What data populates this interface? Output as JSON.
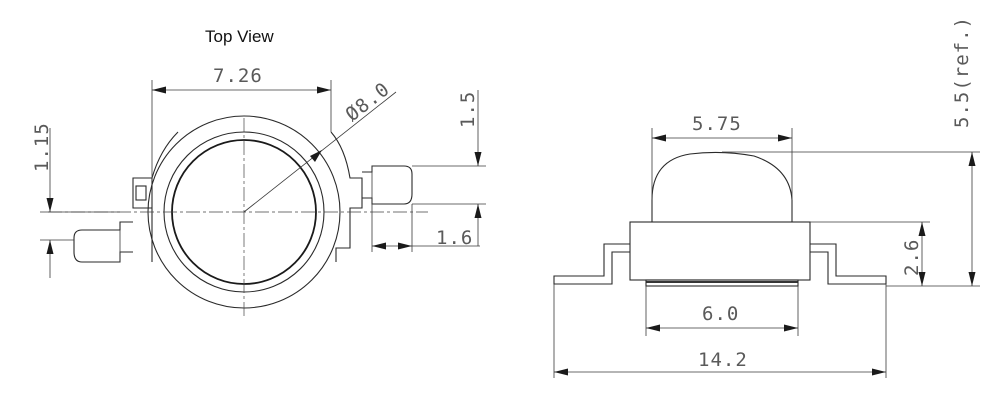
{
  "top_view": {
    "title": "Top View",
    "dims": {
      "width": "7.26",
      "diameter": "Ø8.0",
      "lead_h": "1.15",
      "right_h": "1.5",
      "pad": "1.6"
    }
  },
  "side_view": {
    "dims": {
      "dome": "5.75",
      "height_ref": "5.5(ref.)",
      "body_h": "2.6",
      "base": "6.0",
      "overall": "14.2"
    }
  },
  "colors": {
    "line": "#2a2a2a",
    "text": "#5a5a5a"
  }
}
